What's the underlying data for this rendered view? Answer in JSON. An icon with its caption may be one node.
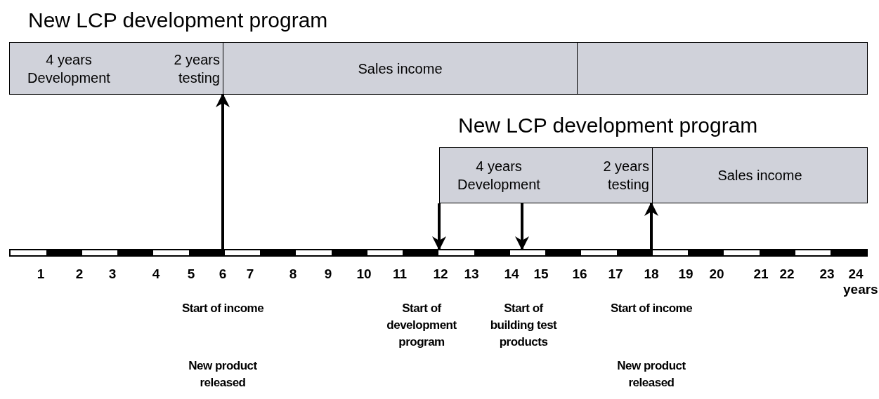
{
  "diagram": {
    "nodes": [
      {
        "text": [
          "New LCP development program"
        ]
      },
      {
        "text": [
          "4 years Development",
          "2 years testing"
        ],
        "in": 0
      },
      {
        "text": [
          "Sales income"
        ],
        "in": 0
      },
      {
        "text": [],
        "shape": "box",
        "in": 0
      },
      {
        "text": [
          "New LCP development program"
        ]
      },
      {
        "text": [
          "4 years Development",
          "2 years testing"
        ],
        "in": 4
      },
      {
        "text": [
          "Sales income"
        ],
        "in": 4
      },
      {
        "text": [],
        "shape": "bar"
      }
    ],
    "edges": [
      {
        "from": 7,
        "to": 0,
        "arrow": "to"
      },
      {
        "from": 4,
        "to": 7,
        "arrow": "to"
      },
      {
        "from": 5,
        "to": 7,
        "arrow": "to"
      },
      {
        "from": 7,
        "to": 4,
        "arrow": "to"
      }
    ],
    "labels": [
      "1",
      "2",
      "3",
      "4",
      "5",
      "6",
      "7",
      "8",
      "9",
      "10",
      "11",
      "12",
      "13",
      "14",
      "15",
      "16",
      "17",
      "18",
      "19",
      "20",
      "21",
      "22",
      "23",
      "24",
      "years",
      "Start of income",
      "New product released",
      "Start of development program",
      "Start of building test products",
      "Start of income",
      "New product released"
    ]
  }
}
